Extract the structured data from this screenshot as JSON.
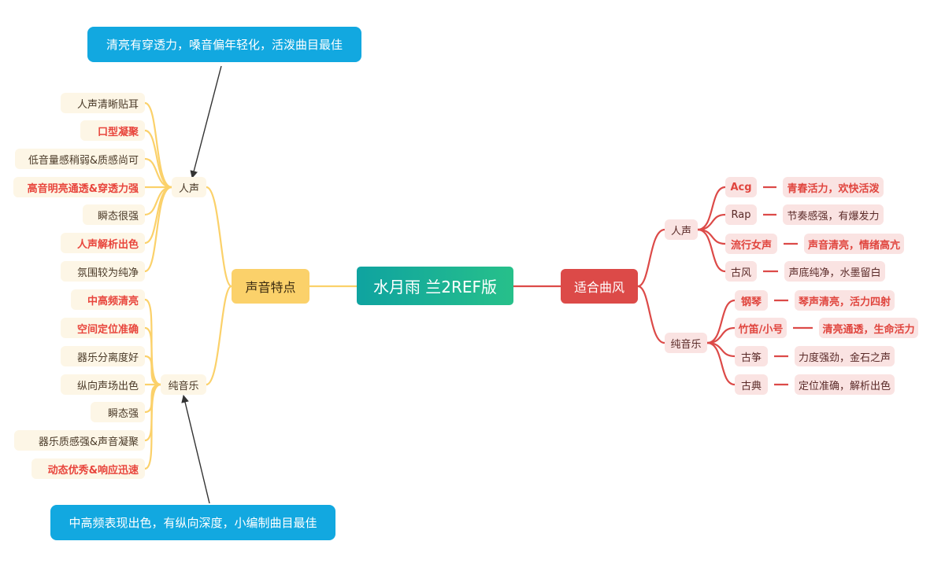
{
  "root": {
    "label": "水月雨 兰2REF版"
  },
  "colors": {
    "root_gradient_start": "#0fa3a0",
    "root_gradient_end": "#27c08a",
    "left_branch": "#fbd16a",
    "right_branch": "#dc4a48",
    "highlight_text": "#e8453c",
    "callout": "#12a8e0",
    "arrow": "#333333"
  },
  "left": {
    "label": "声音特点",
    "groups": [
      {
        "label": "人声",
        "items": [
          {
            "text": "人声清晰贴耳",
            "highlight": false
          },
          {
            "text": "口型凝聚",
            "highlight": true
          },
          {
            "text": "低音量感稍弱&质感尚可",
            "highlight": false
          },
          {
            "text": "高音明亮通透&穿透力强",
            "highlight": true
          },
          {
            "text": "瞬态很强",
            "highlight": false
          },
          {
            "text": "人声解析出色",
            "highlight": true
          },
          {
            "text": "氛围较为纯净",
            "highlight": false
          }
        ]
      },
      {
        "label": "纯音乐",
        "items": [
          {
            "text": "中高频清亮",
            "highlight": true
          },
          {
            "text": "空间定位准确",
            "highlight": true
          },
          {
            "text": "器乐分离度好",
            "highlight": false
          },
          {
            "text": "纵向声场出色",
            "highlight": false
          },
          {
            "text": "瞬态强",
            "highlight": false
          },
          {
            "text": "器乐质感强&声音凝聚",
            "highlight": false
          },
          {
            "text": "动态优秀&响应迅速",
            "highlight": true
          }
        ]
      }
    ]
  },
  "right": {
    "label": "适合曲风",
    "groups": [
      {
        "label": "人声",
        "items": [
          {
            "genre": "Acg",
            "desc": "青春活力，欢快活泼",
            "highlight": true
          },
          {
            "genre": "Rap",
            "desc": "节奏感强，有爆发力",
            "highlight": false
          },
          {
            "genre": "流行女声",
            "desc": "声音清亮，情绪高亢",
            "highlight": true
          },
          {
            "genre": "古风",
            "desc": "声底纯净，水墨留白",
            "highlight": false
          }
        ]
      },
      {
        "label": "纯音乐",
        "items": [
          {
            "genre": "钢琴",
            "desc": "琴声清亮，活力四射",
            "highlight": true
          },
          {
            "genre": "竹笛/小号",
            "desc": "清亮通透，生命活力",
            "highlight": true
          },
          {
            "genre": "古筝",
            "desc": "力度强劲，金石之声",
            "highlight": false
          },
          {
            "genre": "古典",
            "desc": "定位准确，解析出色",
            "highlight": false
          }
        ]
      }
    ]
  },
  "callouts": {
    "vocal": "清亮有穿透力，嗓音偏年轻化，活泼曲目最佳",
    "instrumental": "中高频表现出色，有纵向深度，小编制曲目最佳"
  }
}
